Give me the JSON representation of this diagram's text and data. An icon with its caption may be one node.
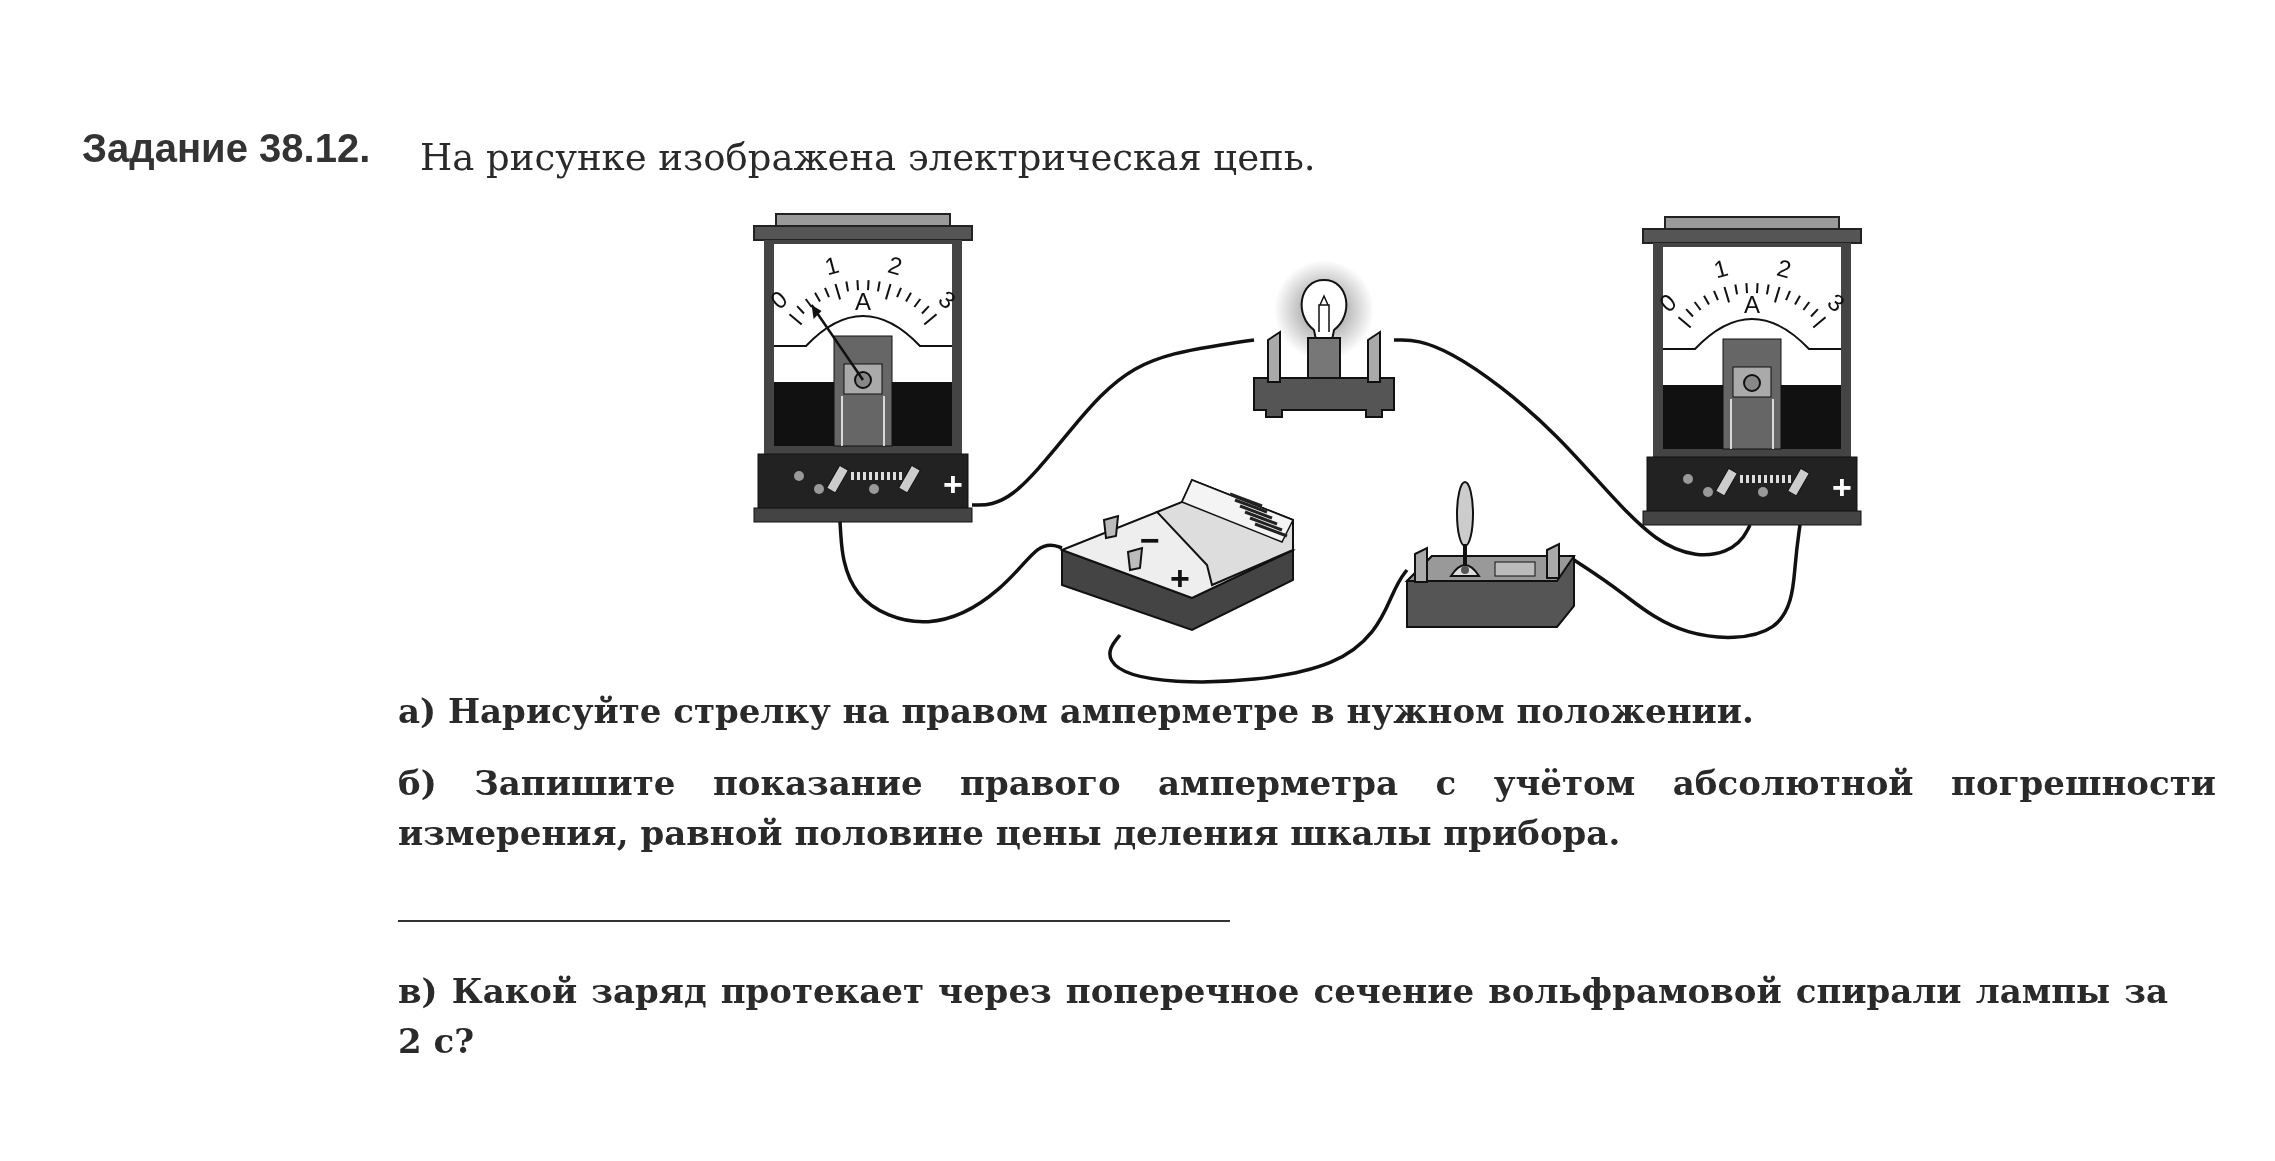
{
  "diagram": {
    "title": "Задание 38.12.",
    "nodes": [
      {
        "text": [
          "0",
          "1",
          "2",
          "3",
          "A",
          "+"
        ]
      },
      {
        "text": [],
        "shape": "picture"
      },
      {
        "text": [
          "−",
          "+"
        ]
      },
      {
        "text": [],
        "shape": "picture"
      },
      {
        "text": [
          "0",
          "1",
          "2",
          "3",
          "A",
          "+"
        ]
      }
    ],
    "edges": [
      {
        "from": 0,
        "to": 1,
        "arrow": "none"
      },
      {
        "from": 1,
        "to": 4,
        "arrow": "none"
      },
      {
        "from": 0,
        "to": 2,
        "arrow": "none"
      },
      {
        "from": 2,
        "to": 3,
        "arrow": "none"
      },
      {
        "from": 3,
        "to": 4,
        "arrow": "none"
      }
    ],
    "labels": [
      "На рисунке изображена электрическая цепь.",
      "а) Нарисуйте стрелку на правом амперметре в нужном положении.",
      "б) Запишите показание правого амперметра с учётом абсолютной погрешности измерения, равной половине цены деления шкалы прибора.",
      "в) Какой заряд протекает через поперечное сечение вольфрамовой спирали лампы за 2 с?"
    ]
  }
}
